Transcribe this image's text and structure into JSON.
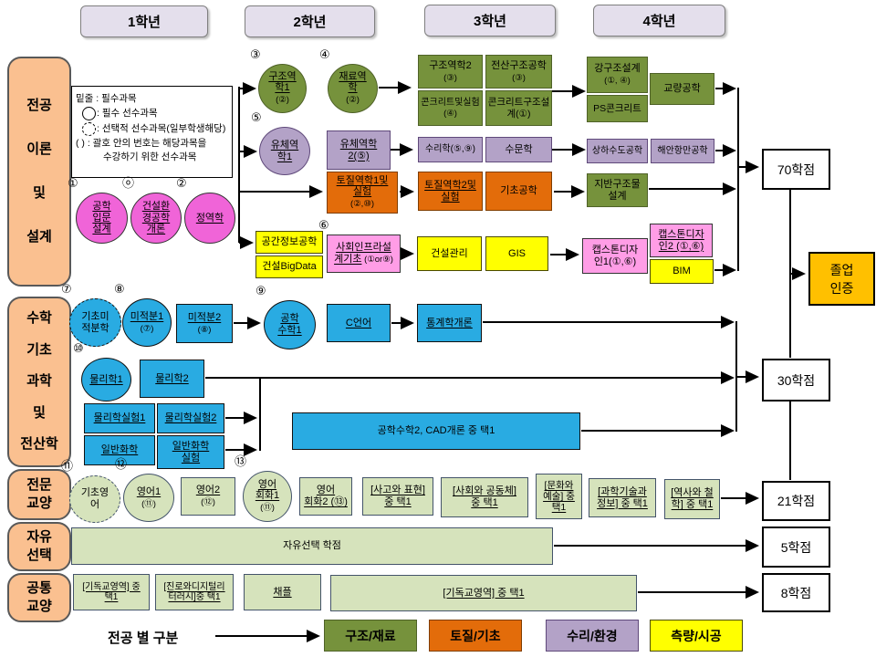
{
  "years": [
    "1학년",
    "2학년",
    "3학년",
    "4학년"
  ],
  "sidebar": {
    "rows": [
      {
        "label": "전공\n이론\n및\n설계"
      },
      {
        "label": "수학\n기초\n과학\n및\n전산학"
      },
      {
        "label": "전문\n교양"
      },
      {
        "label": "자유\n선택"
      },
      {
        "label": "공통\n교양"
      }
    ]
  },
  "legend": {
    "line1": "밑줄 : 필수과목",
    "line2": ": 필수 선수과목",
    "line3": ": 선택적 선수과목(일부학생해당)",
    "line4a": "( ) : 괄호 안의 번호는 해당과목을",
    "line4b": "수강하기 위한 선수과목"
  },
  "credits": [
    "70학점",
    "30학점",
    "21학점",
    "5학점",
    "8학점"
  ],
  "graduation": "졸업\n인증",
  "caption": "전공 별 구분",
  "palette": {
    "green": {
      "bg": "#76923C",
      "bd": "#4F6228"
    },
    "orange": {
      "bg": "#E36C0A",
      "bd": "#7F3D00"
    },
    "purple": {
      "bg": "#B3A2C7",
      "bd": "#5F497A"
    },
    "yellow": {
      "bg": "#FFFF00",
      "bd": "#4A4A00"
    },
    "blue": {
      "bg": "#29ABE2",
      "bd": "#111111"
    },
    "pink": {
      "bg": "#F064D8",
      "bd": "#333333"
    },
    "pinkbox": {
      "bg": "#FF9DE6",
      "bd": "#333333"
    },
    "lightgreen": {
      "bg": "#D6E3BC",
      "bd": "#44546A"
    }
  },
  "categories": [
    {
      "label": "구조/재료",
      "key": "green"
    },
    {
      "label": "토질/기초",
      "key": "orange"
    },
    {
      "label": "수리/환경",
      "key": "purple"
    },
    {
      "label": "측량/시공",
      "key": "yellow"
    }
  ],
  "courses": [
    {
      "id": "intro-design",
      "num": "①",
      "label": "공학\n입문\n설계",
      "cat": "pink",
      "shape": "circle",
      "u": true
    },
    {
      "id": "construction-env-intro",
      "num": "ⓞ",
      "label": "건설환\n경공학\n개론",
      "cat": "pink",
      "shape": "circle",
      "u": true
    },
    {
      "id": "statics",
      "num": "②",
      "label": "정역학",
      "cat": "pink",
      "shape": "circle",
      "u": true
    },
    {
      "id": "structural-mech-1",
      "num": "③",
      "label": "구조역\n학1",
      "ref": "\n(②)",
      "cat": "green",
      "shape": "circle",
      "u": true
    },
    {
      "id": "material-mech",
      "num": "④",
      "label": "재료역\n학",
      "ref": "\n(②)",
      "cat": "green",
      "shape": "circle",
      "u": true
    },
    {
      "id": "fluid-mech-1",
      "num": "⑤",
      "label": "유체역\n학1",
      "cat": "purple",
      "shape": "circle",
      "u": true
    },
    {
      "id": "fluid-mech-2",
      "label": "유체역학\n2(⑤)",
      "cat": "purple",
      "u": true
    },
    {
      "id": "soil-mech-1",
      "label": "토질역학1및\n실험",
      "ref": "\n(②,⑩)",
      "cat": "orange",
      "u": true
    },
    {
      "id": "spatial-info-eng",
      "label": "공간정보공학",
      "cat": "yellow"
    },
    {
      "id": "construction-bigdata",
      "label": "건설BigData",
      "cat": "yellow"
    },
    {
      "id": "infra-design-basic",
      "num": "⑥",
      "label": "사회인프라설\n계기초",
      "ref": " (①or⑨)",
      "cat": "pinkbox",
      "u": true
    },
    {
      "id": "structural-mech-2",
      "label": "구조역학2",
      "ref": "\n(③)",
      "cat": "green"
    },
    {
      "id": "computational-structural-eng",
      "label": "전산구조공학",
      "ref": "\n(③)",
      "cat": "green"
    },
    {
      "id": "concrete-and-lab",
      "label": "콘크리트및실험",
      "ref": "\n(④)",
      "cat": "green"
    },
    {
      "id": "concrete-structure-design",
      "label": "콘크리트구조설\n계(①)",
      "cat": "green"
    },
    {
      "id": "hydraulics",
      "label": "수리학(⑤,⑨)",
      "cat": "purple"
    },
    {
      "id": "hydrology",
      "label": "수문학",
      "cat": "purple"
    },
    {
      "id": "soil-mech-2",
      "label": "토질역학2및\n실험",
      "cat": "orange",
      "u": true
    },
    {
      "id": "foundation-eng",
      "label": "기초공학",
      "cat": "orange"
    },
    {
      "id": "construction-mgmt",
      "label": "건설관리",
      "cat": "yellow"
    },
    {
      "id": "gis",
      "label": "GIS",
      "cat": "yellow"
    },
    {
      "id": "steel-structure-design",
      "label": "강구조설계",
      "ref": "\n(①, ④)",
      "cat": "green"
    },
    {
      "id": "ps-concrete",
      "label": "PS콘크리트",
      "cat": "green"
    },
    {
      "id": "bridge-eng",
      "label": "교량공학",
      "cat": "green"
    },
    {
      "id": "water-sewage-eng",
      "label": "상하수도공학",
      "cat": "purple"
    },
    {
      "id": "coastal-harbor-eng",
      "label": "해안항만공학",
      "cat": "purple"
    },
    {
      "id": "geotech-structure-design",
      "label": "지반구조물\n설계",
      "cat": "green"
    },
    {
      "id": "capstone-1",
      "label": "캡스톤디자\n인1(①,⑥)",
      "cat": "pinkbox"
    },
    {
      "id": "capstone-2",
      "label": "캡스톤디자\n인2 (①,⑥)",
      "cat": "pinkbox",
      "u": true
    },
    {
      "id": "bim",
      "label": "BIM",
      "cat": "yellow"
    },
    {
      "id": "basic-calculus",
      "num": "⑦",
      "label": "기초미\n적분학",
      "cat": "blue",
      "shape": "dashed-circle"
    },
    {
      "id": "calculus-1",
      "num": "⑧",
      "label": "미적분1",
      "ref": "\n(⑦)",
      "cat": "blue",
      "shape": "circle",
      "u": true
    },
    {
      "id": "calculus-2",
      "label": "미적분2",
      "ref": "\n(⑧)",
      "cat": "blue",
      "u": true
    },
    {
      "id": "eng-math-1",
      "num": "⑨",
      "label": "공학\n수학1",
      "cat": "blue",
      "shape": "circle",
      "u": true
    },
    {
      "id": "c-language",
      "label": "C언어",
      "cat": "blue",
      "u": true
    },
    {
      "id": "statistics-intro",
      "label": "통계학개론",
      "cat": "blue",
      "u": true
    },
    {
      "id": "physics-1",
      "num": "⑩",
      "label": "물리학1",
      "cat": "blue",
      "shape": "circle",
      "u": true
    },
    {
      "id": "physics-2",
      "label": "물리학2",
      "cat": "blue",
      "u": true
    },
    {
      "id": "physics-lab-1",
      "label": "물리학실험1",
      "cat": "blue",
      "u": true
    },
    {
      "id": "physics-lab-2",
      "label": "물리학실험2",
      "cat": "blue",
      "u": true
    },
    {
      "id": "general-chemistry",
      "label": "일반화학",
      "cat": "blue",
      "u": true
    },
    {
      "id": "general-chemistry-lab",
      "label": "일반화학\n실험",
      "cat": "blue",
      "u": true
    },
    {
      "id": "eng-math2-cad",
      "label": "공학수학2, CAD개론 중 택1",
      "cat": "blue"
    },
    {
      "id": "basic-english",
      "num": "⑪",
      "label": "기초영\n어",
      "cat": "lightgreen",
      "shape": "dashed-circle"
    },
    {
      "id": "english-1",
      "num": "⑫",
      "label": "영어1",
      "ref": "\n(⑪)",
      "cat": "lightgreen",
      "shape": "circle",
      "u": true
    },
    {
      "id": "english-2",
      "label": "영어2",
      "ref": "\n(⑫)",
      "cat": "lightgreen",
      "u": true
    },
    {
      "id": "english-conv-1",
      "num": "⑬",
      "label": "영어\n회화1",
      "ref": "\n(⑪)",
      "cat": "lightgreen",
      "shape": "circle",
      "u": true
    },
    {
      "id": "english-conv-2",
      "label": "영어\n회화2 (⑬)",
      "cat": "lightgreen",
      "u": true
    },
    {
      "id": "thinking-expression",
      "label": "[사고와 표현]\n중 택1",
      "cat": "lightgreen",
      "u": true
    },
    {
      "id": "society-community",
      "label": "[사회와 공동체]\n중 택1",
      "cat": "lightgreen",
      "u": true
    },
    {
      "id": "culture-arts",
      "label": "[문화와\n예술] 중\n택1",
      "cat": "lightgreen",
      "u": true
    },
    {
      "id": "science-tech-info",
      "label": "[과학기술과\n정보] 중 택1",
      "cat": "lightgreen",
      "u": true
    },
    {
      "id": "history-philosophy",
      "label": "[역사와 철\n학] 중 택1",
      "cat": "lightgreen",
      "u": true
    },
    {
      "id": "free-elective-credits",
      "label": "자유선택 학점",
      "cat": "lightgreen"
    },
    {
      "id": "christianity-1",
      "label": "[기독교영역] 중\n택1",
      "cat": "lightgreen",
      "u": true
    },
    {
      "id": "career-digital-literacy",
      "label": "[진로와디지털리\n터러시]중 택1",
      "cat": "lightgreen",
      "u": true
    },
    {
      "id": "chapel",
      "label": "채플",
      "cat": "lightgreen",
      "u": true
    },
    {
      "id": "christianity-2",
      "label": "[기독교영역] 중 택1",
      "cat": "lightgreen",
      "u": true
    }
  ]
}
